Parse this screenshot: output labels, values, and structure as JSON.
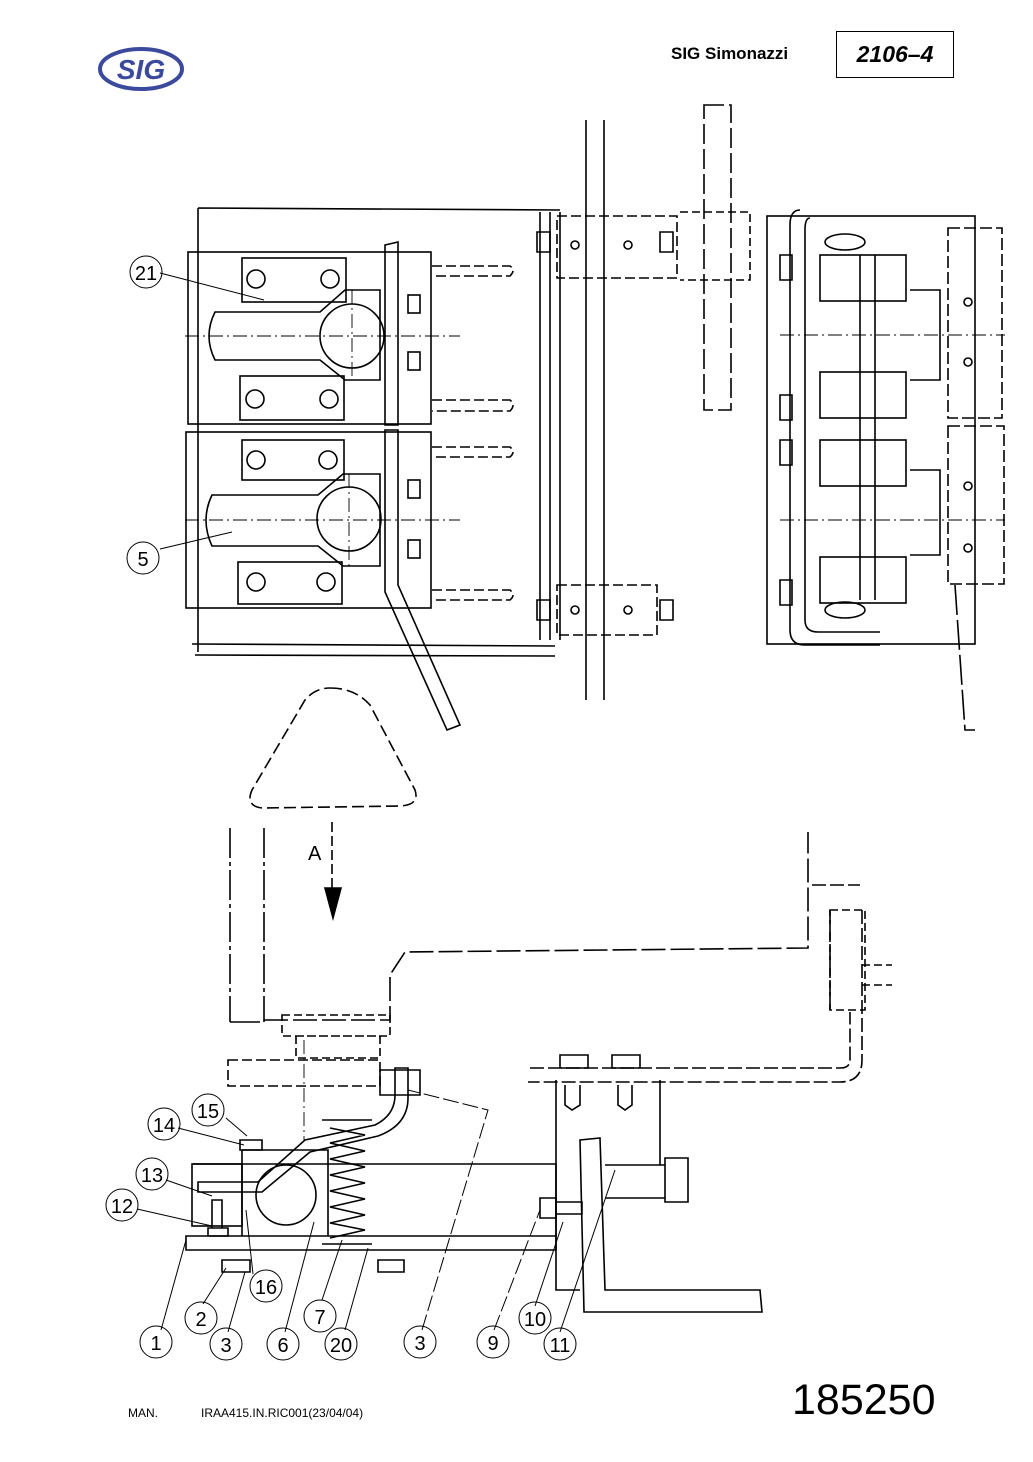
{
  "header": {
    "logo_text": "SIG",
    "brand": "SIG Simonazzi",
    "doc_code": "2106–4"
  },
  "drawing": {
    "view_label": "A",
    "callouts": {
      "c21": "21",
      "c5": "5",
      "c15": "15",
      "c14": "14",
      "c13": "13",
      "c12": "12",
      "c16": "16",
      "c2": "2",
      "c1": "1",
      "c3a": "3",
      "c6": "6",
      "c7": "7",
      "c20": "20",
      "c3b": "3",
      "c9": "9",
      "c10": "10",
      "c11": "11"
    }
  },
  "footer": {
    "man_label": "MAN.",
    "reference": "IRAA415.IN.RIC001(23/04/04)",
    "doc_number": "185250"
  },
  "colors": {
    "logo_blue": "#3b4a9c",
    "line": "#000000"
  }
}
